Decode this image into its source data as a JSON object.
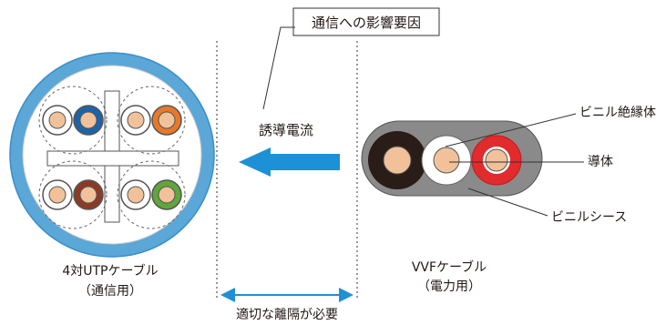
{
  "labels": {
    "influence_title": "通信への影響要因",
    "induced_current": "誘導電流",
    "utp_name": "4対UTPケーブル",
    "utp_sub": "（通信用）",
    "vvf_name": "VVFケーブル",
    "vvf_sub": "（電力用）",
    "separation": "適切な離隔が必要",
    "vinyl_insulator": "ビニル絶縁体",
    "conductor": "導体",
    "vinyl_sheath": "ビニルシース"
  },
  "colors": {
    "utp_jacket": "#5aa7d8",
    "arrow_blue": "#1e90d6",
    "pair_blue": "#1c64a8",
    "pair_orange": "#e8782a",
    "pair_brown": "#8c3a24",
    "pair_green": "#5fa73a",
    "copper": "#f1c29a",
    "vvf_sheath": "#8a8a8a",
    "vvf_black": "#2a1c17",
    "vvf_red": "#e12b2d"
  }
}
